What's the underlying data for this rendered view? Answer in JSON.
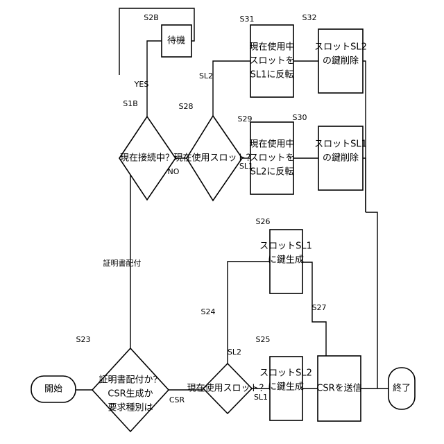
{
  "nodes": {
    "start": "開始",
    "end": "終了",
    "s23_line1": "要求種別は",
    "s23_line2": "CSR生成か",
    "s23_line3": "証明書配付か？",
    "s24": "現在使用スロット？",
    "s25_line1": "スロットSL2",
    "s25_line2": "に鍵生成",
    "s26_line1": "スロットSL1",
    "s26_line2": "に鍵生成",
    "s27": "CSRを送信",
    "s1b": "現在接続中？",
    "s2b": "待機",
    "s28": "現在使用スロット？",
    "s29_line1": "現在使用中",
    "s29_line2": "スロットを",
    "s29_line3": "SL2に反転",
    "s30_line1": "スロットSL1",
    "s30_line2": "の鍵削除",
    "s31_line1": "現在使用中",
    "s31_line2": "スロットを",
    "s31_line3": "SL1に反転",
    "s32_line1": "スロットSL2",
    "s32_line2": "の鍵削除"
  },
  "step_labels": {
    "s23": "S23",
    "s24": "S24",
    "s25": "S25",
    "s26": "S26",
    "s27": "S27",
    "s1b": "S1B",
    "s2b": "S2B",
    "s28": "S28",
    "s29": "S29",
    "s30": "S30",
    "s31": "S31",
    "s32": "S32"
  },
  "edge_labels": {
    "csr": "CSR",
    "cert": "証明書配付",
    "sl1_a": "SL1",
    "sl2_a": "SL2",
    "yes": "YES",
    "no": "NO",
    "sl1_b": "SL1",
    "sl2_b": "SL2"
  }
}
